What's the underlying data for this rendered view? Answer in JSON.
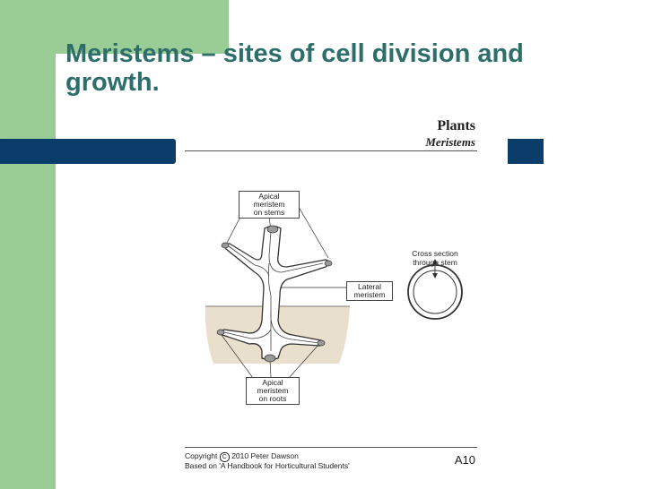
{
  "slide": {
    "title_line1": "Meristems – sites of cell division and",
    "title_line2": "growth."
  },
  "figure": {
    "header": "Plants",
    "subheader": "Meristems",
    "label_apical_stems": [
      "Apical",
      "meristem",
      "on stems"
    ],
    "label_lateral": [
      "Lateral",
      "meristem"
    ],
    "label_cross_section": [
      "Cross section",
      "through stem"
    ],
    "label_apical_roots": [
      "Apical",
      "meristem",
      "on roots"
    ],
    "copyright_line1_prefix": "Copyright",
    "copyright_symbol": "C",
    "copyright_line1_suffix": "2010 Peter Dawson",
    "copyright_line2": "Based on 'A Handbook for Horticultural Students'",
    "page_code": "A10"
  },
  "colors": {
    "title": "#2d6e6a",
    "sidebar_green": "#9acd96",
    "navy": "#0b3d6b",
    "soil": "#e8dfcd",
    "meristem_tip": "#9a9a9a"
  }
}
